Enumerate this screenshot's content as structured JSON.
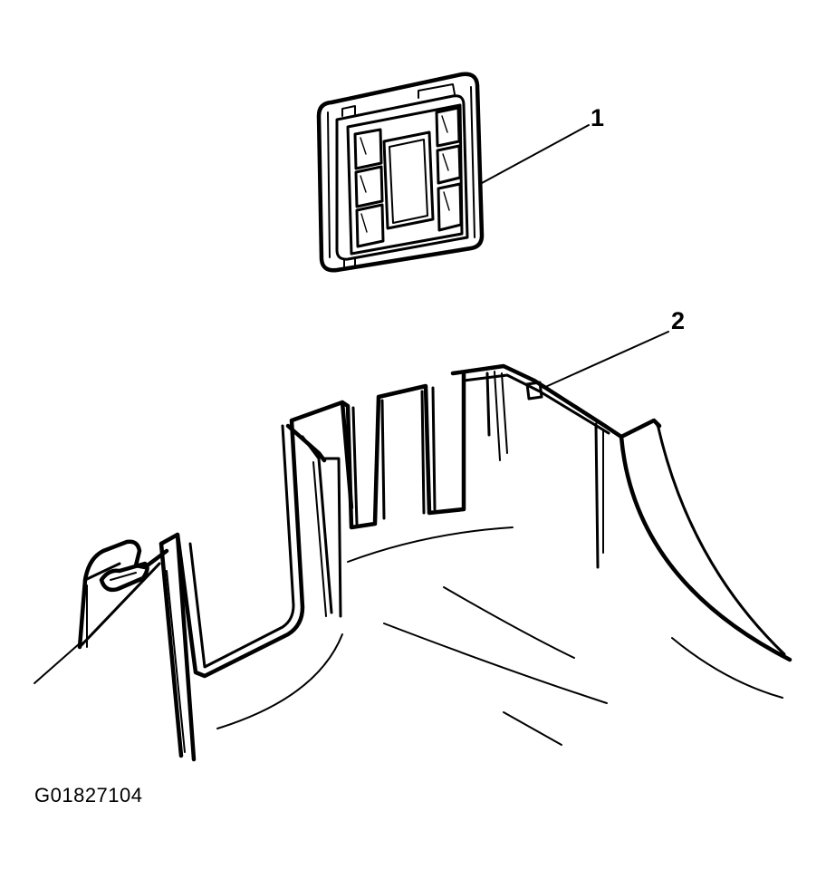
{
  "callouts": {
    "part_1": "1",
    "part_2": "2"
  },
  "figure_code": "G01827104",
  "colors": {
    "line": "#000000",
    "background": "#ffffff"
  }
}
